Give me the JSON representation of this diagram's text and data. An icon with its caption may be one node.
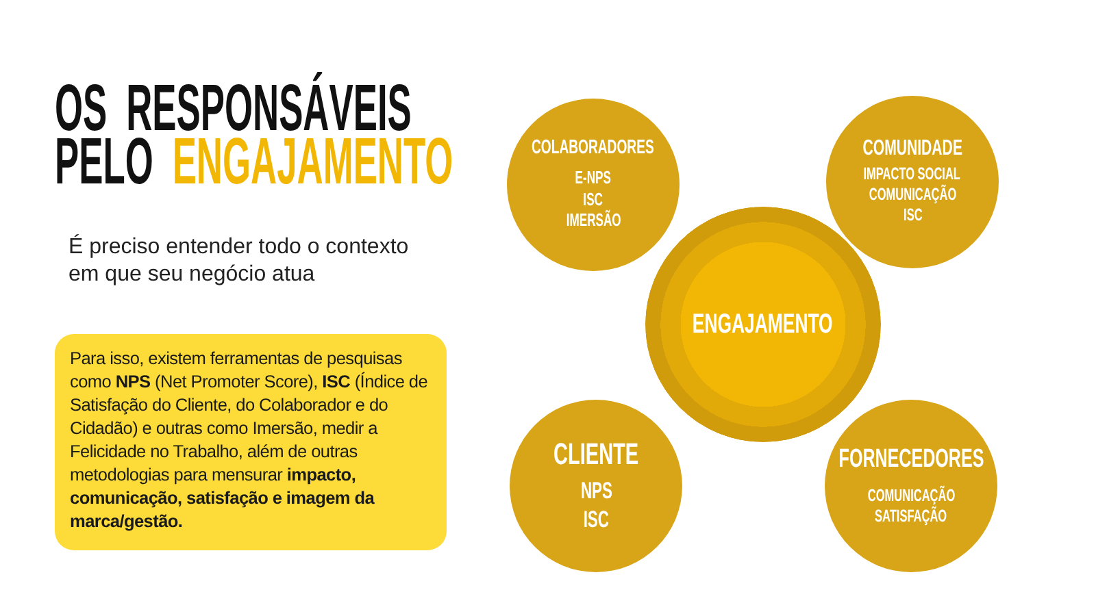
{
  "diagram": {
    "title": "OS RESPONSÁVEIS PELO ENGAJAMENTO",
    "nodes": [
      {
        "text": [
          "Para isso, existem ferramentas de pesquisas como **NPS** (Net Promoter Score), **ISC** (Índice de Satisfação do Cliente, do Colaborador e do Cidadão) e outras como Imersão, medir a Felicidade no Trabalho, além de outras metodologias para mensurar **impacto, comunicação, satisfação e imagem da marca/gestão.**"
        ]
      },
      {
        "text": [
          "COLABORADORES",
          "E-NPS",
          "ISC",
          "IMERSÃO"
        ]
      },
      {
        "text": [
          "COMUNIDADE",
          "IMPACTO SOCIAL",
          "COMUNICAÇÃO",
          "ISC"
        ]
      },
      {
        "text": [
          "ENGAJAMENTO"
        ]
      },
      {
        "text": [
          "CLIENTE",
          "NPS",
          "ISC"
        ]
      },
      {
        "text": [
          "FORNECEDORES",
          "COMUNICAÇÃO",
          "SATISFAÇÃO"
        ]
      }
    ],
    "labels": [
      "É preciso entender todo o contexto em que seu negócio atua"
    ]
  }
}
